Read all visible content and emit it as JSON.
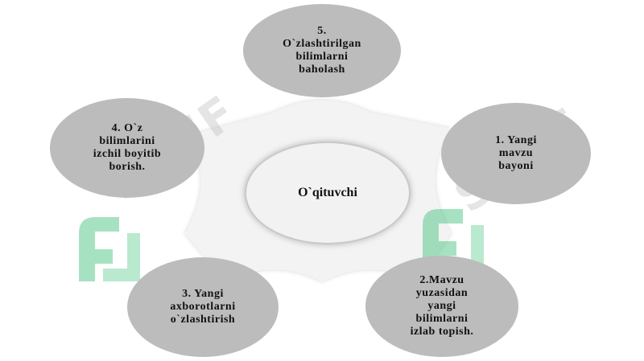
{
  "center": {
    "label": "O`qituvchi"
  },
  "nodes": [
    {
      "id": "5",
      "lines": [
        "5.",
        "O`zlashtirilgan",
        "bilimlarni",
        "baholash"
      ]
    },
    {
      "id": "1",
      "lines": [
        "1. Yangi",
        "mavzu",
        "bayoni"
      ]
    },
    {
      "id": "2",
      "lines": [
        "2.Mavzu",
        "yuzasidan",
        "yangi",
        "bilimlarni",
        "izlab topish."
      ]
    },
    {
      "id": "3",
      "lines": [
        "3. Yangi",
        "axborotlarni",
        "o`zlashtirish"
      ]
    },
    {
      "id": "4",
      "lines": [
        "4. O`z",
        "bilimlarini",
        "izchil boyitib",
        "borish."
      ]
    }
  ],
  "watermark": {
    "text": "SOFF",
    "color": "#3cc17a"
  },
  "colors": {
    "bubble": "#bcbcbc",
    "center": "#f2f2f2",
    "connector": "#eeeeee"
  }
}
